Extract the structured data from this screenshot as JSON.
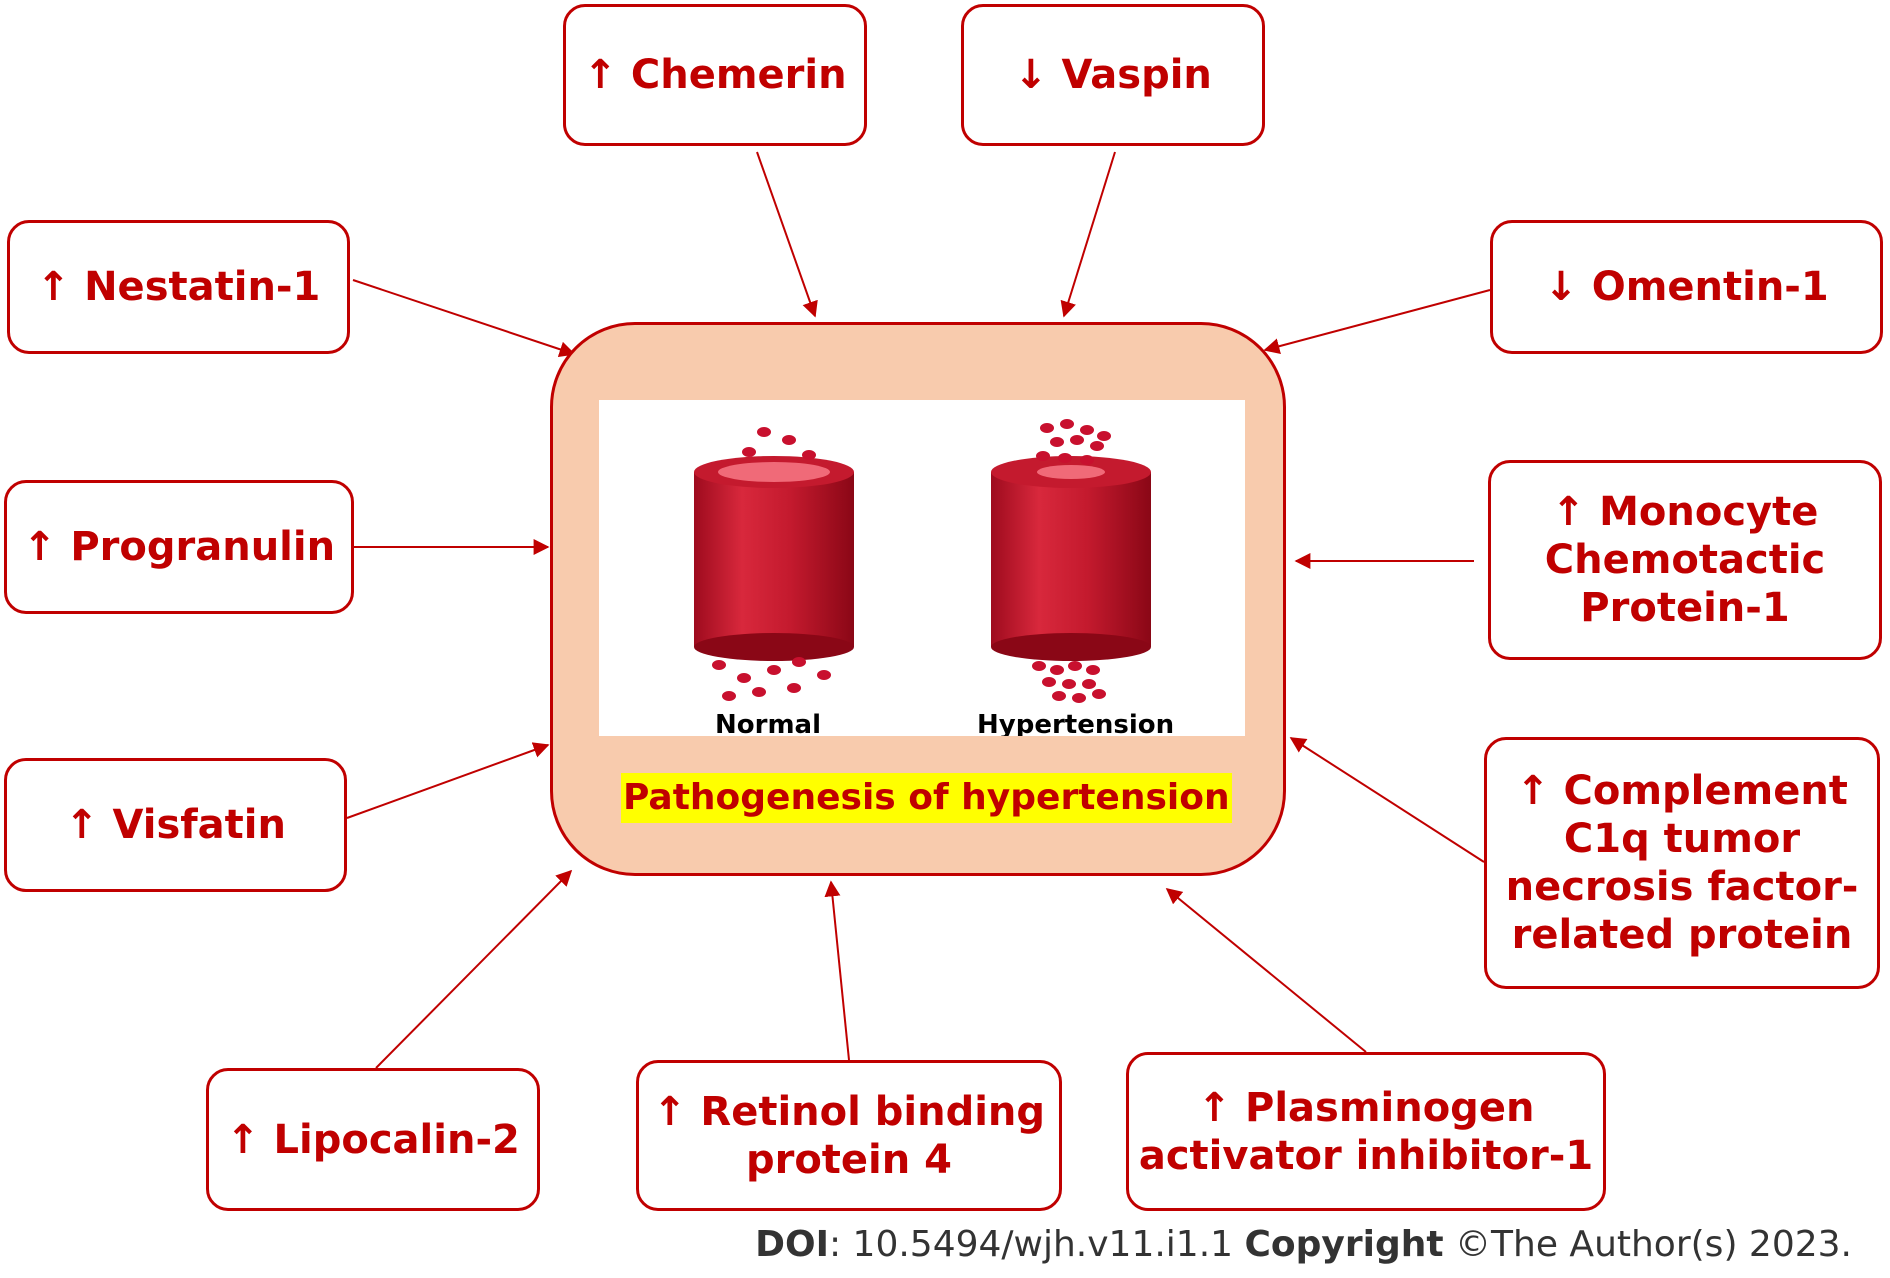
{
  "colors": {
    "accent": "#c00000",
    "center_fill": "#f8cbad",
    "highlight": "#ffff00"
  },
  "markers": [
    {
      "id": "chemerin",
      "text": "↑ Chemerin"
    },
    {
      "id": "vaspin",
      "text": "↓ Vaspin"
    },
    {
      "id": "nestatin",
      "text": "↑ Nestatin-1"
    },
    {
      "id": "omentin",
      "text": "↓ Omentin-1"
    },
    {
      "id": "progranulin",
      "text": "↑ Progranulin"
    },
    {
      "id": "mcp",
      "text": "↑ Monocyte\nChemotactic\nProtein-1"
    },
    {
      "id": "visfatin",
      "text": "↑ Visfatin"
    },
    {
      "id": "ctrp",
      "text": "↑ Complement\nC1q tumor\nnecrosis factor-\nrelated protein"
    },
    {
      "id": "lipocalin",
      "text": "↑ Lipocalin-2"
    },
    {
      "id": "rbp4",
      "text": "↑ Retinol binding\nprotein 4"
    },
    {
      "id": "pai",
      "text": "↑ Plasminogen\nactivator inhibitor-1"
    }
  ],
  "center": {
    "title": "Pathogenesis of hypertension",
    "normal_label": "Normal",
    "hypertension_label": "Hypertension"
  },
  "footer": {
    "doi_label": "DOI",
    "doi_value": ": 10.5494/wjh.v11.i1.1 ",
    "copyright_label": "Copyright",
    "copyright_value": " ©The Author(s) 2023."
  }
}
